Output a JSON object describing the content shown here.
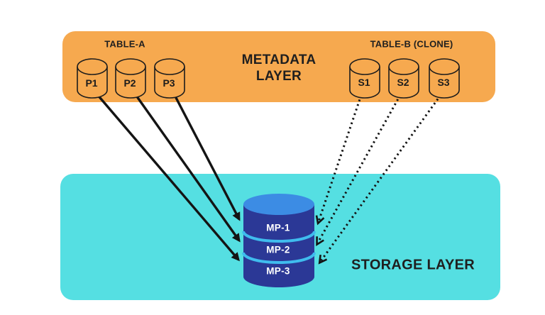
{
  "metadata_layer": {
    "title_line1": "METADATA",
    "title_line2": "LAYER",
    "table_a": {
      "label": "TABLE-A",
      "partitions": [
        "P1",
        "P2",
        "P3"
      ]
    },
    "table_b": {
      "label": "TABLE-B (CLONE)",
      "partitions": [
        "S1",
        "S2",
        "S3"
      ]
    }
  },
  "storage_layer": {
    "title": "STORAGE LAYER",
    "micro_partitions": [
      "MP-1",
      "MP-2",
      "MP-3"
    ]
  },
  "connections": [
    {
      "from": "P1",
      "to": "MP-3",
      "style": "solid"
    },
    {
      "from": "P2",
      "to": "MP-2",
      "style": "solid"
    },
    {
      "from": "P3",
      "to": "MP-1",
      "style": "solid"
    },
    {
      "from": "S1",
      "to": "MP-1",
      "style": "dotted"
    },
    {
      "from": "S2",
      "to": "MP-2",
      "style": "dotted"
    },
    {
      "from": "S3",
      "to": "MP-3",
      "style": "dotted"
    }
  ],
  "colors": {
    "metadata_layer_bg": "#F6A94F",
    "storage_layer_bg": "#55DFE2",
    "big_cylinder_top": "#3C8CE4",
    "big_cylinder_body": "#2B3896",
    "big_cylinder_divider": "#3FBCEE",
    "small_cylinder_outline": "#1C1C1C",
    "arrow": "#141414",
    "title_text": "#1F1F1F",
    "mp_label_text": "#FFFFFF"
  }
}
